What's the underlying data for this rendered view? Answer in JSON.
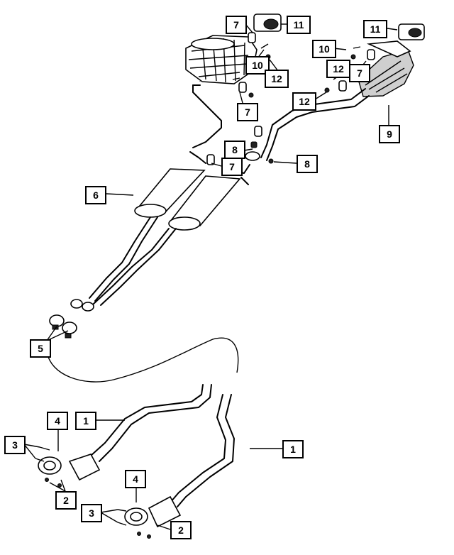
{
  "diagram": {
    "callouts": [
      {
        "id": "c7a",
        "label": "7"
      },
      {
        "id": "c11a",
        "label": "11"
      },
      {
        "id": "c11b",
        "label": "11"
      },
      {
        "id": "c10a",
        "label": "10"
      },
      {
        "id": "c12a",
        "label": "12"
      },
      {
        "id": "c10b",
        "label": "10"
      },
      {
        "id": "c12b",
        "label": "12"
      },
      {
        "id": "c7b",
        "label": "7"
      },
      {
        "id": "c7c",
        "label": "7"
      },
      {
        "id": "c12c",
        "label": "12"
      },
      {
        "id": "c9",
        "label": "9"
      },
      {
        "id": "c8a",
        "label": "8"
      },
      {
        "id": "c7d",
        "label": "7"
      },
      {
        "id": "c8b",
        "label": "8"
      },
      {
        "id": "c6",
        "label": "6"
      },
      {
        "id": "c5",
        "label": "5"
      },
      {
        "id": "c4a",
        "label": "4"
      },
      {
        "id": "c1a",
        "label": "1"
      },
      {
        "id": "c3a",
        "label": "3"
      },
      {
        "id": "c1b",
        "label": "1"
      },
      {
        "id": "c2a",
        "label": "2"
      },
      {
        "id": "c4b",
        "label": "4"
      },
      {
        "id": "c3b",
        "label": "3"
      },
      {
        "id": "c2b",
        "label": "2"
      }
    ]
  }
}
